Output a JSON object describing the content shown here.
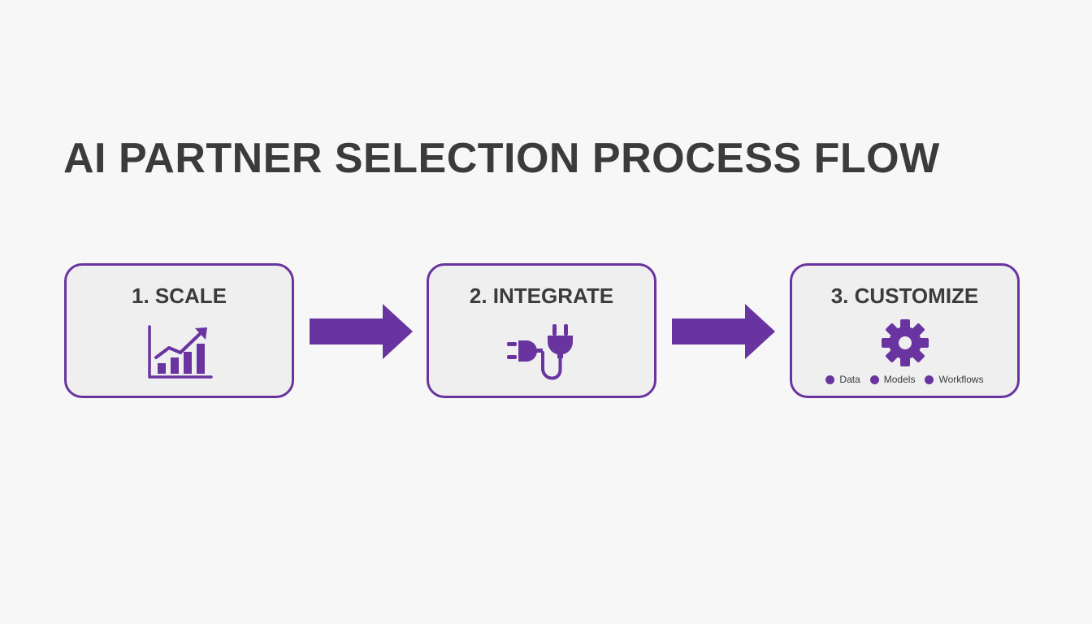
{
  "title": "AI PARTNER SELECTION PROCESS FLOW",
  "colors": {
    "accent": "#6a34a0",
    "text": "#3b3b3d",
    "box_fill": "#efeff0",
    "background": "#f7f7f8"
  },
  "steps": [
    {
      "label": "1. SCALE",
      "icon": "growth-chart-icon"
    },
    {
      "label": "2. INTEGRATE",
      "icon": "plug-icon"
    },
    {
      "label": "3. CUSTOMIZE",
      "icon": "gear-icon",
      "tags": [
        "Data",
        "Models",
        "Workflows"
      ]
    }
  ],
  "connectors": [
    "arrow-right-icon",
    "arrow-right-icon"
  ]
}
